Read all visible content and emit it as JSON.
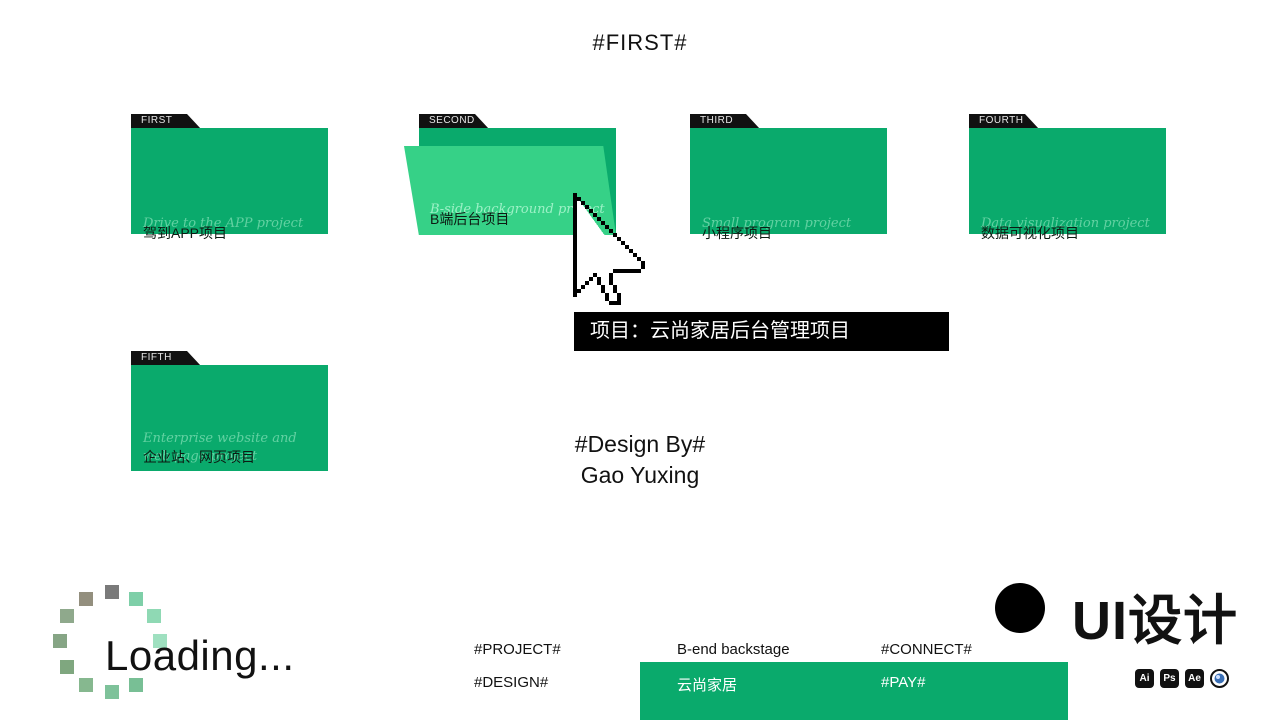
{
  "page_title": "#FIRST#",
  "folders": [
    {
      "tab": "FIRST",
      "en": "Drive to the APP project",
      "en2": "",
      "cn": "驾到APP项目"
    },
    {
      "tab": "SECOND",
      "en": "B-side background project",
      "en2": "",
      "cn": "B端后台项目"
    },
    {
      "tab": "THIRD",
      "en": "Small program project",
      "en2": "",
      "cn": "小程序项目"
    },
    {
      "tab": "FOURTH",
      "en": "Data visualization project",
      "en2": "",
      "cn": "数据可视化项目"
    },
    {
      "tab": "FIFTH",
      "en": "Enterprise website and",
      "en2": "web page project",
      "cn": "企业站、网页项目"
    }
  ],
  "tooltip": "项目：云尚家居后台管理项目",
  "credits": {
    "line1": "#Design By#",
    "line2": "Gao Yuxing"
  },
  "loading_text": "Loading...",
  "brand_title": "UI设计",
  "tags": {
    "project": "#PROJECT#",
    "design": "#DESIGN#",
    "b_end": "B-end backstage",
    "connect": "#CONNECT#",
    "yunshang": "云尚家居",
    "pay": "#PAY#"
  },
  "tools": [
    "Ai",
    "Ps",
    "Ae",
    "C4D"
  ],
  "colors": {
    "folder_green": "#0aaa6c",
    "flap_green": "#36d187",
    "tab_black": "#111111"
  }
}
